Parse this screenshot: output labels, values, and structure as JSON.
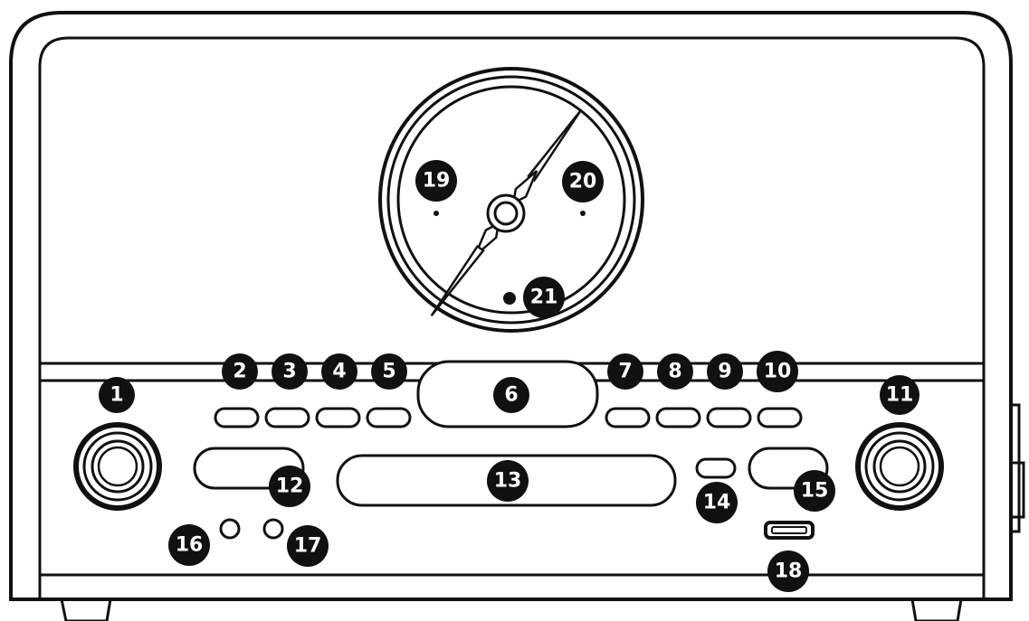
{
  "diagram": {
    "callouts": [
      {
        "id": "c1",
        "label": "1"
      },
      {
        "id": "c2",
        "label": "2"
      },
      {
        "id": "c3",
        "label": "3"
      },
      {
        "id": "c4",
        "label": "4"
      },
      {
        "id": "c5",
        "label": "5"
      },
      {
        "id": "c6",
        "label": "6"
      },
      {
        "id": "c7",
        "label": "7"
      },
      {
        "id": "c8",
        "label": "8"
      },
      {
        "id": "c9",
        "label": "9"
      },
      {
        "id": "c10",
        "label": "10"
      },
      {
        "id": "c11",
        "label": "11"
      },
      {
        "id": "c12",
        "label": "12"
      },
      {
        "id": "c13",
        "label": "13"
      },
      {
        "id": "c14",
        "label": "14"
      },
      {
        "id": "c15",
        "label": "15"
      },
      {
        "id": "c16",
        "label": "16"
      },
      {
        "id": "c17",
        "label": "17"
      },
      {
        "id": "c18",
        "label": "18"
      },
      {
        "id": "c19",
        "label": "19"
      },
      {
        "id": "c20",
        "label": "20"
      },
      {
        "id": "c21",
        "label": "21"
      }
    ],
    "colors": {
      "line": "#111111",
      "badge": "#111111",
      "badge_text": "#ffffff",
      "background": "#ffffff"
    }
  }
}
